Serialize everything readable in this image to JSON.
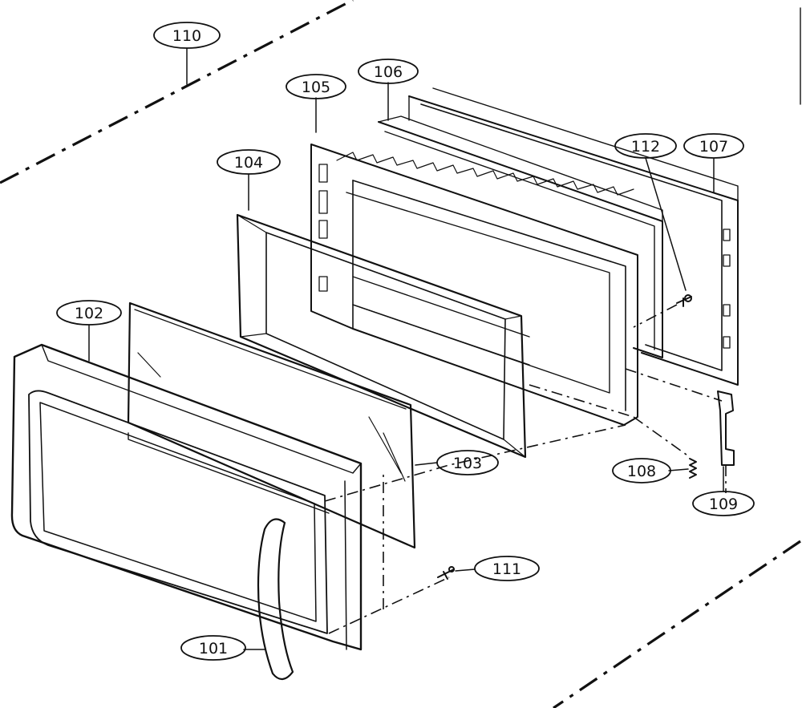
{
  "diagram": {
    "callouts": [
      {
        "id": "110",
        "label": "110"
      },
      {
        "id": "105",
        "label": "105"
      },
      {
        "id": "106",
        "label": "106"
      },
      {
        "id": "104",
        "label": "104"
      },
      {
        "id": "112",
        "label": "112"
      },
      {
        "id": "107",
        "label": "107"
      },
      {
        "id": "102",
        "label": "102"
      },
      {
        "id": "103",
        "label": "103"
      },
      {
        "id": "108",
        "label": "108"
      },
      {
        "id": "109",
        "label": "109"
      },
      {
        "id": "111",
        "label": "111"
      },
      {
        "id": "101",
        "label": "101"
      }
    ]
  }
}
